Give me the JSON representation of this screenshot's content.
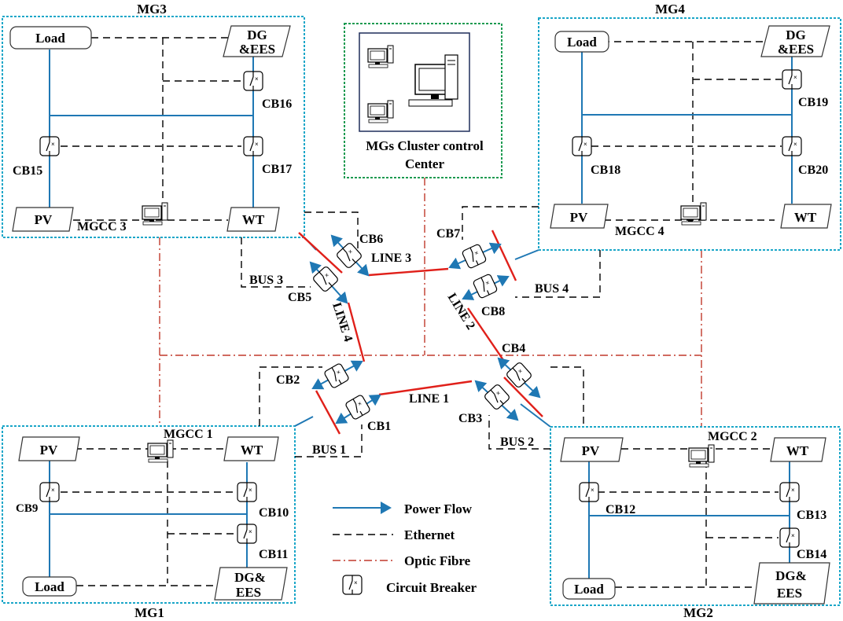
{
  "mg_labels": {
    "mg1": "MG1",
    "mg2": "MG2",
    "mg3": "MG3",
    "mg4": "MG4"
  },
  "control_center": {
    "line1": "MGs Cluster control",
    "line2": "Center"
  },
  "mgcc": {
    "mg1": "MGCC 1",
    "mg2": "MGCC 2",
    "mg3": "MGCC 3",
    "mg4": "MGCC 4"
  },
  "nodes": {
    "load": "Load",
    "pv": "PV",
    "wt": "WT",
    "dg_ees_top_line1": "DG",
    "dg_ees_top_line2": "&EES",
    "dg_ees_bottom_line1": "DG&",
    "dg_ees_bottom_line2": "EES"
  },
  "breakers": {
    "cb1": "CB1",
    "cb2": "CB2",
    "cb3": "CB3",
    "cb4": "CB4",
    "cb5": "CB5",
    "cb6": "CB6",
    "cb7": "CB7",
    "cb8": "CB8",
    "cb9": "CB9",
    "cb10": "CB10",
    "cb11": "CB11",
    "cb12": "CB12",
    "cb13": "CB13",
    "cb14": "CB14",
    "cb15": "CB15",
    "cb16": "CB16",
    "cb17": "CB17",
    "cb18": "CB18",
    "cb19": "CB19",
    "cb20": "CB20"
  },
  "buses": {
    "bus1": "BUS 1",
    "bus2": "BUS 2",
    "bus3": "BUS 3",
    "bus4": "BUS 4"
  },
  "lines": {
    "line1": "LINE 1",
    "line2": "LINE 2",
    "line3": "LINE 3",
    "line4": "LINE 4"
  },
  "legend": {
    "power_flow": "Power Flow",
    "ethernet": "Ethernet",
    "optic_fibre": "Optic Fibre",
    "circuit_breaker": "Circuit Breaker"
  },
  "colors": {
    "microgrid_border": "#1aa6c8",
    "control_center_border": "#1a9a50",
    "power_flow": "#1f78b4",
    "line": "#e0201a",
    "optic_fibre": "#c0392b",
    "ethernet": "#000000"
  }
}
